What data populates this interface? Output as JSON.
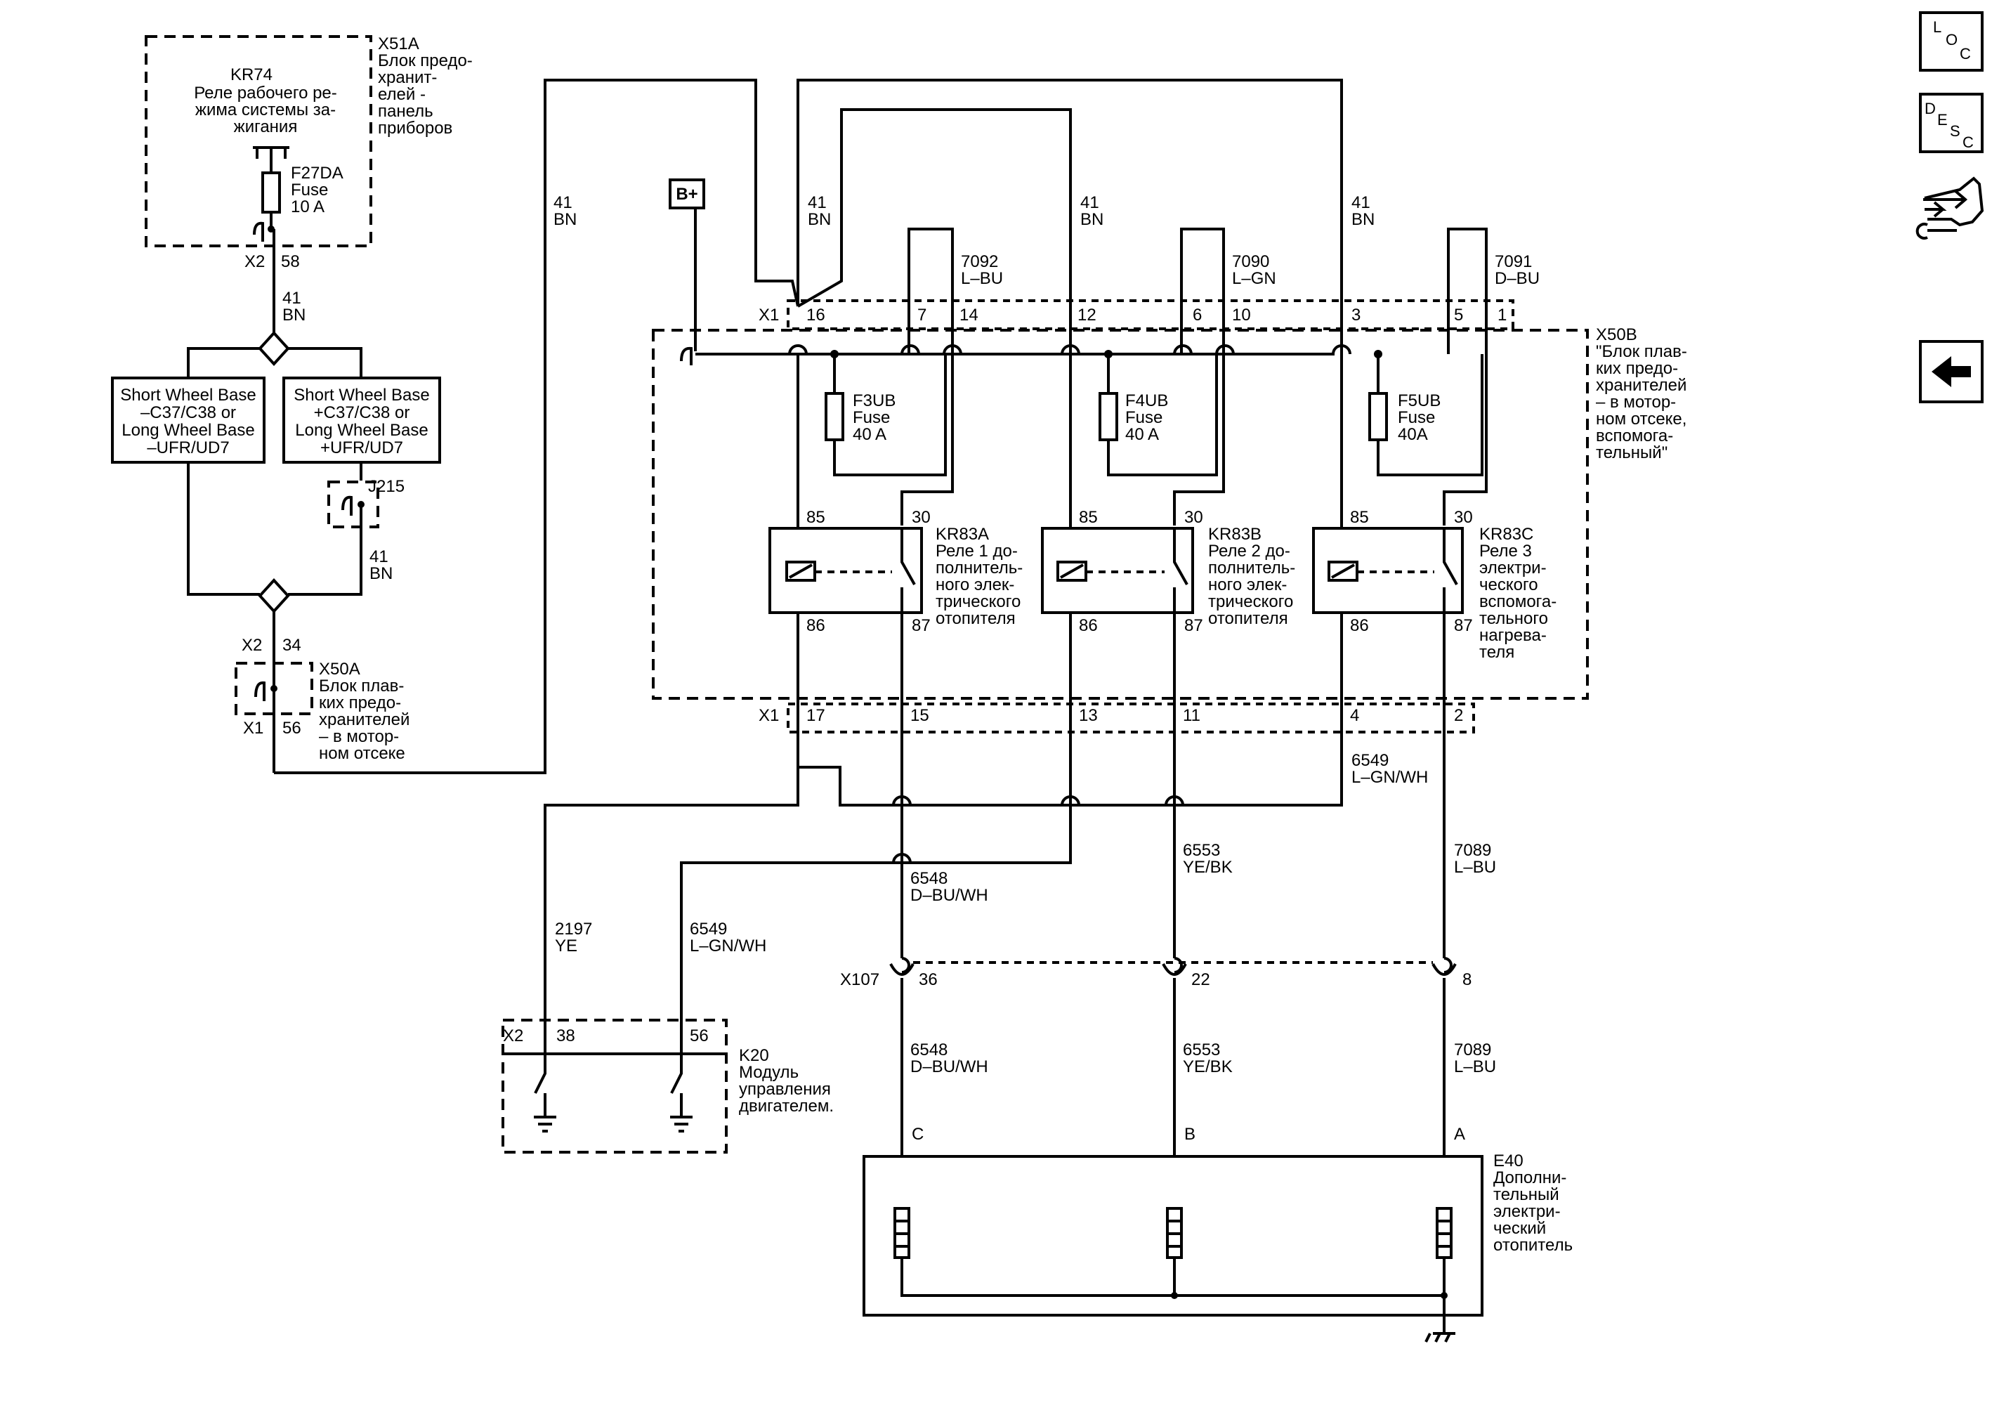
{
  "nav": {
    "loc": [
      "L",
      "O",
      "C"
    ],
    "desc": [
      "D",
      "E",
      "S",
      "C"
    ]
  },
  "kr74": {
    "id": "KR74",
    "desc": [
      "Реле рабочего ре-",
      "жима системы за-",
      "жигания"
    ]
  },
  "x51a": {
    "id": "X51A",
    "desc": [
      "Блок предо-",
      "хранит-",
      "елей -",
      "панель",
      "приборов"
    ]
  },
  "f27da": {
    "lines": [
      "F27DA",
      "Fuse",
      "10 A"
    ]
  },
  "conn_x2_58": {
    "conn": "X2",
    "pin": "58"
  },
  "wire_41bn_left": {
    "num": "41",
    "color": "BN"
  },
  "option_left": {
    "lines": [
      "Short Wheel Base",
      "–C37/C38 or",
      "Long Wheel Base",
      "–UFR/UD7"
    ]
  },
  "option_right": {
    "lines": [
      "Short Wheel Base",
      "+C37/C38 or",
      "Long Wheel Base",
      "+UFR/UD7"
    ]
  },
  "j215": "J215",
  "wire_41bn_j215": {
    "num": "41",
    "color": "BN"
  },
  "x50a": {
    "top_conn": "X2",
    "top_pin": "34",
    "bottom_conn": "X1",
    "bottom_pin": "56",
    "id": "X50A",
    "desc": [
      "Блок плав-",
      "ких предо-",
      "хранителей",
      "– в мотор-",
      "ном отсеке"
    ]
  },
  "wire_41bn_riser": {
    "num": "41",
    "color": "BN"
  },
  "bplus": "B+",
  "x1_top": {
    "conn": "X1",
    "pins": [
      "16",
      "7",
      "14",
      "12",
      "6",
      "10",
      "3",
      "5",
      "1"
    ]
  },
  "x1_bottom": {
    "conn": "X1",
    "pins": [
      "17",
      "15",
      "13",
      "11",
      "4",
      "2"
    ]
  },
  "feed_labels": [
    {
      "num": "41",
      "color": "BN"
    },
    {
      "num": "41",
      "color": "BN"
    },
    {
      "num": "41",
      "color": "BN"
    }
  ],
  "out_labels": [
    {
      "num": "7092",
      "color": "L–BU"
    },
    {
      "num": "7090",
      "color": "L–GN"
    },
    {
      "num": "7091",
      "color": "D–BU"
    }
  ],
  "x50b": {
    "id": "X50B",
    "desc": [
      "\"Блок плав-",
      "ких предо-",
      "хранителей",
      "– в мотор-",
      "ном отсеке,",
      "вспомога-",
      "тельный\""
    ]
  },
  "fuses": [
    {
      "lines": [
        "F3UB",
        "Fuse",
        "40 A"
      ]
    },
    {
      "lines": [
        "F4UB",
        "Fuse",
        "40 A"
      ]
    },
    {
      "lines": [
        "F5UB",
        "Fuse",
        "40A"
      ]
    }
  ],
  "relays": [
    {
      "id": "KR83A",
      "desc": [
        "Реле 1 до-",
        "полнитель-",
        "ного элек-",
        "трического",
        "отопителя"
      ],
      "p85": "85",
      "p30": "30",
      "p86": "86",
      "p87": "87"
    },
    {
      "id": "KR83B",
      "desc": [
        "Реле 2 до-",
        "полнитель-",
        "ного элек-",
        "трического",
        "отопителя"
      ],
      "p85": "85",
      "p30": "30",
      "p86": "86",
      "p87": "87"
    },
    {
      "id": "KR83C",
      "desc": [
        "Реле 3",
        "электри-",
        "ческого",
        "вспомога-",
        "тельного",
        "нагрева-",
        "теля"
      ],
      "p85": "85",
      "p30": "30",
      "p86": "86",
      "p87": "87"
    }
  ],
  "wire_6549_right": {
    "num": "6549",
    "color": "L–GN/WH"
  },
  "wire_6548_upper": {
    "num": "6548",
    "color": "D–BU/WH"
  },
  "wire_6553_upper": {
    "num": "6553",
    "color": "YE/BK"
  },
  "wire_7089_upper": {
    "num": "7089",
    "color": "L–BU"
  },
  "wire_2197": {
    "num": "2197",
    "color": "YE"
  },
  "wire_6549_left": {
    "num": "6549",
    "color": "L–GN/WH"
  },
  "x107": {
    "conn": "X107",
    "pins": [
      "36",
      "22",
      "8"
    ]
  },
  "wire_6548_lower": {
    "num": "6548",
    "color": "D–BU/WH"
  },
  "wire_6553_lower": {
    "num": "6553",
    "color": "YE/BK"
  },
  "wire_7089_lower": {
    "num": "7089",
    "color": "L–BU"
  },
  "k20": {
    "conn": "X2",
    "pins": [
      "38",
      "56"
    ],
    "id": "K20",
    "desc": [
      "Модуль",
      "управления",
      "двигателем."
    ]
  },
  "e40": {
    "pins": [
      "C",
      "B",
      "A"
    ],
    "id": "E40",
    "desc": [
      "Дополни-",
      "тельный",
      "электри-",
      "ческий",
      "отопитель"
    ]
  }
}
